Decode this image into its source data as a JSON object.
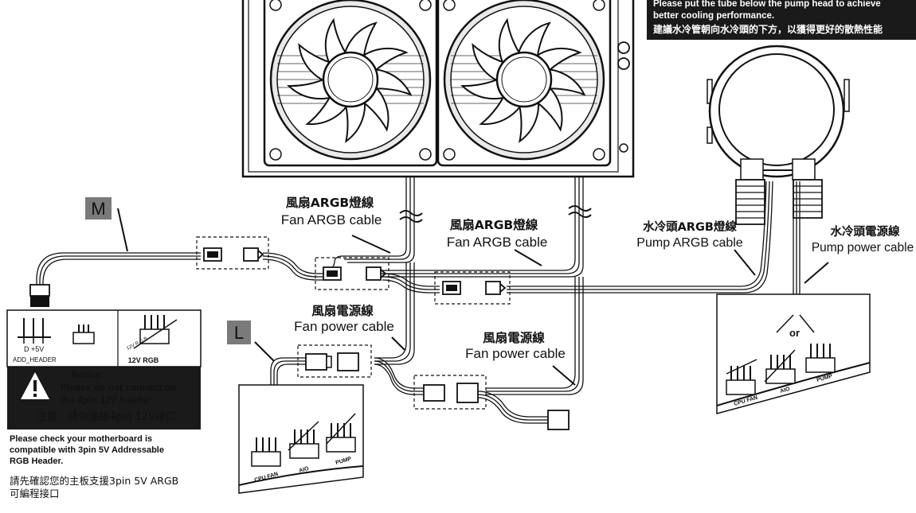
{
  "top_note": {
    "line1": "Please put the tube below the pump head to achieve",
    "line2": "better cooling performance.",
    "line3": "建議水冷管朝向水冷頭的下方，以獲得更好的散熱性能"
  },
  "badges": {
    "m": "M",
    "l": "L"
  },
  "labels": {
    "fan_argb_1_cn": "風扇ARGB燈線",
    "fan_argb_1_en": "Fan ARGB cable",
    "fan_argb_2_cn": "風扇ARGB燈線",
    "fan_argb_2_en": "Fan ARGB cable",
    "pump_argb_cn": "水冷頭ARGB燈線",
    "pump_argb_en": "Pump ARGB cable",
    "pump_power_cn": "水冷頭電源線",
    "pump_power_en": "Pump power cable",
    "fan_power_1_cn": "風扇電源線",
    "fan_power_1_en": "Fan power cable",
    "fan_power_2_cn": "風扇電源線",
    "fan_power_2_en": "Fan power cable"
  },
  "header_box": {
    "d_5v": "D +5V",
    "add_header": "ADD_HEADER",
    "rgb_12v": "12V RGB",
    "rgb_12v_small": "12V R G B"
  },
  "notice": {
    "title": "Notice:",
    "line1": "Please do not connect on",
    "line2": "the 4pin 12V header.",
    "cjk": "注意：請勿連接4pin 12V接口"
  },
  "motherboard_note": {
    "line1": "Please check your motherboard is",
    "line2": "compatible with  3pin 5V Addressable",
    "line3": "RGB Header.",
    "cjk1": "請先確認您的主板支援3pin 5V ARGB",
    "cjk2": "可編程接口"
  },
  "fan_headers": {
    "cpu_fan": "CPU FAN",
    "aio": "AIO",
    "pump": "PUMP",
    "or": "or"
  },
  "colors": {
    "ink": "#111111",
    "badge": "#7a7a7a",
    "dark_panel": "#1a1a1a"
  }
}
